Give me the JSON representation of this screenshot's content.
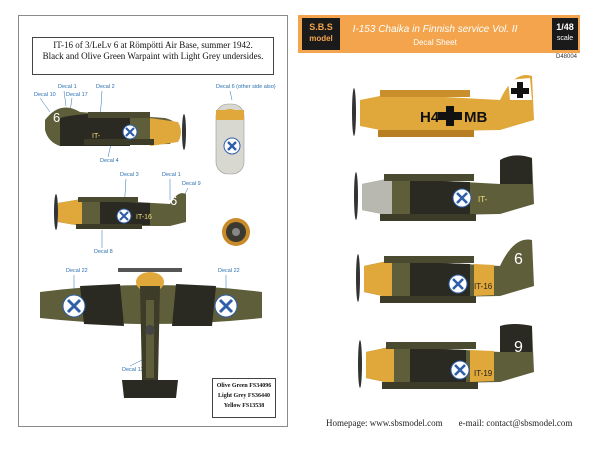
{
  "header": {
    "brand_line1": "S.B.S",
    "brand_line2": "model",
    "title": "I-153 Chaika in Finnish service Vol. II",
    "subtitle": "Decal Sheet",
    "scale_value": "1/48",
    "scale_label": "scale",
    "product_code": "D48004"
  },
  "caption": {
    "line1": "IT-16 of 3/LeLv 6 at Römpötti Air Base, summer 1942.",
    "line2": "Black and Olive Green Warpaint with Light Grey undersides."
  },
  "callouts": {
    "d1a": "Decal 1",
    "d10": "Decal 10",
    "d17": "Decal 17",
    "d2": "Decal 2",
    "d6top": "Decal 6 (other side also)",
    "d4": "Decal 4",
    "d3": "Decal 3",
    "d1b": "Decal 1",
    "d9": "Decal 9",
    "d8": "Decal 8",
    "d22a": "Decal 22",
    "d22b": "Decal 22",
    "d12": "Decal 12"
  },
  "paints": {
    "line1": "Olive Green FS34096",
    "line2": "Light Grey FS36440",
    "line3": "Yellow FS13538"
  },
  "markings": {
    "p1_code": "H4",
    "p1_code2": "MB",
    "p2_code": "IT-",
    "p3_code": "IT-16",
    "p3_num": "6",
    "p4_code": "IT-19",
    "p4_num": "9",
    "left_side_num": "6",
    "left_side2_num": "6"
  },
  "footer": {
    "homepage": "Homepage: www.sbsmodel.com",
    "email": "e-mail: contact@sbsmodel.com"
  },
  "colors": {
    "yellow": "#e0a73a",
    "olive": "#5e5e3a",
    "black": "#222222",
    "grey": "#b8b8b0",
    "roundel_blue": "#2e5fa8",
    "header_orange": "#f3a44d"
  }
}
